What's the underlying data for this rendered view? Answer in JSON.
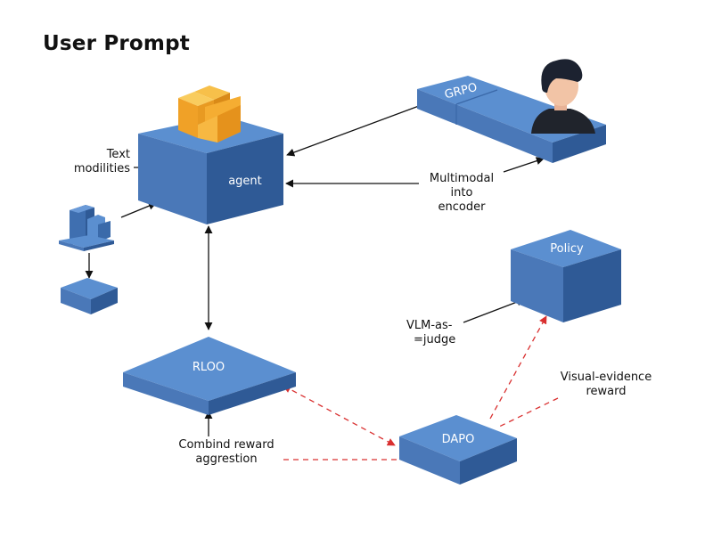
{
  "title": "User Prompt",
  "nodes": {
    "agent": "agent",
    "grpo": "GRPO",
    "policy": "Policy",
    "rloo": "RLOO",
    "dapo": "DAPO"
  },
  "labels": {
    "text_modalities_1": "Text",
    "text_modalities_2": "modilities",
    "multimodal_1": "Multimodal",
    "multimodal_2": "into",
    "multimodal_3": "encoder",
    "vlm_1": "VLM-as-",
    "vlm_2": "=judge",
    "visual_1": "Visual-evidence",
    "visual_2": "reward",
    "combined_1": "Combind reward",
    "combined_2": "aggrestion"
  },
  "colors": {
    "box_top": "#5b8fd0",
    "box_left": "#4a78b8",
    "box_right": "#2f5a96",
    "arrow_black": "#111111",
    "arrow_red": "#d93030",
    "orange_top": "#f7c04a",
    "orange_front": "#f0a127",
    "hair": "#1c2230",
    "skin": "#f2c4a6",
    "shirt": "#20242c"
  },
  "icons": [
    "orange-blocks-icon",
    "user-avatar-icon",
    "document-stack-icon"
  ]
}
